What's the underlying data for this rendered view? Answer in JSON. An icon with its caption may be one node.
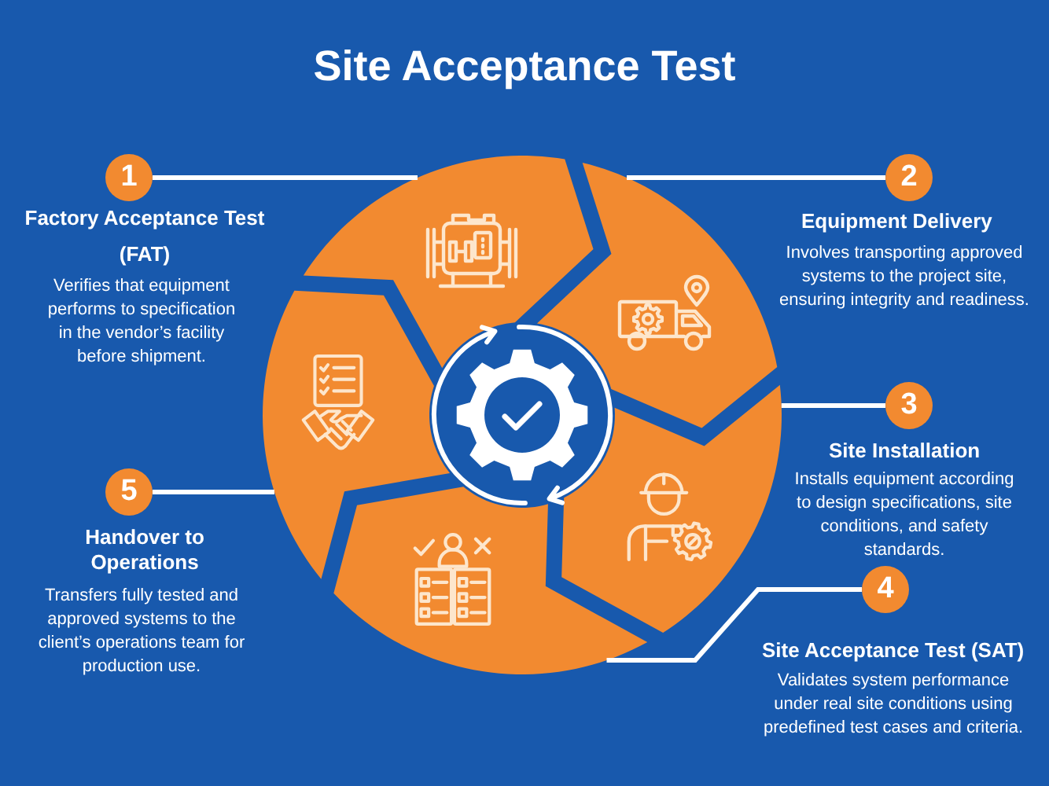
{
  "diagram": {
    "title": "Site Acceptance Test",
    "nodes": [
      {
        "text": [
          "1"
        ],
        "beside": [
          "Factory Acceptance Test (FAT)",
          "Verifies that equipment performs to specification in the vendor’s facility before shipment."
        ]
      },
      {
        "text": [],
        "shape": "segment"
      },
      {
        "text": [
          "2"
        ],
        "beside": [
          "Equipment Delivery",
          "Involves transporting approved systems to the project site, ensuring integrity and readiness."
        ]
      },
      {
        "text": [],
        "shape": "segment"
      },
      {
        "text": [
          "3"
        ],
        "beside": [
          "Site Installation",
          "Installs equipment according to design specifications, site conditions, and safety standards."
        ]
      },
      {
        "text": [],
        "shape": "segment"
      },
      {
        "text": [
          "4"
        ],
        "beside": [
          "Site Acceptance Test (SAT)",
          "Validates system performance under real site conditions using predefined test cases and criteria."
        ]
      },
      {
        "text": [],
        "shape": "segment"
      },
      {
        "text": [
          "5"
        ],
        "beside": [
          "Handover to Operations",
          "Transfers fully tested and approved systems to the client’s operations team for production use."
        ]
      },
      {
        "text": [],
        "shape": "segment"
      }
    ],
    "edges": [
      {
        "from": 0,
        "to": 1,
        "arrow": "none"
      },
      {
        "from": 2,
        "to": 3,
        "arrow": "none"
      },
      {
        "from": 4,
        "to": 5,
        "arrow": "none"
      },
      {
        "from": 6,
        "to": 7,
        "arrow": "none"
      },
      {
        "from": 8,
        "to": 9,
        "arrow": "none"
      }
    ]
  }
}
